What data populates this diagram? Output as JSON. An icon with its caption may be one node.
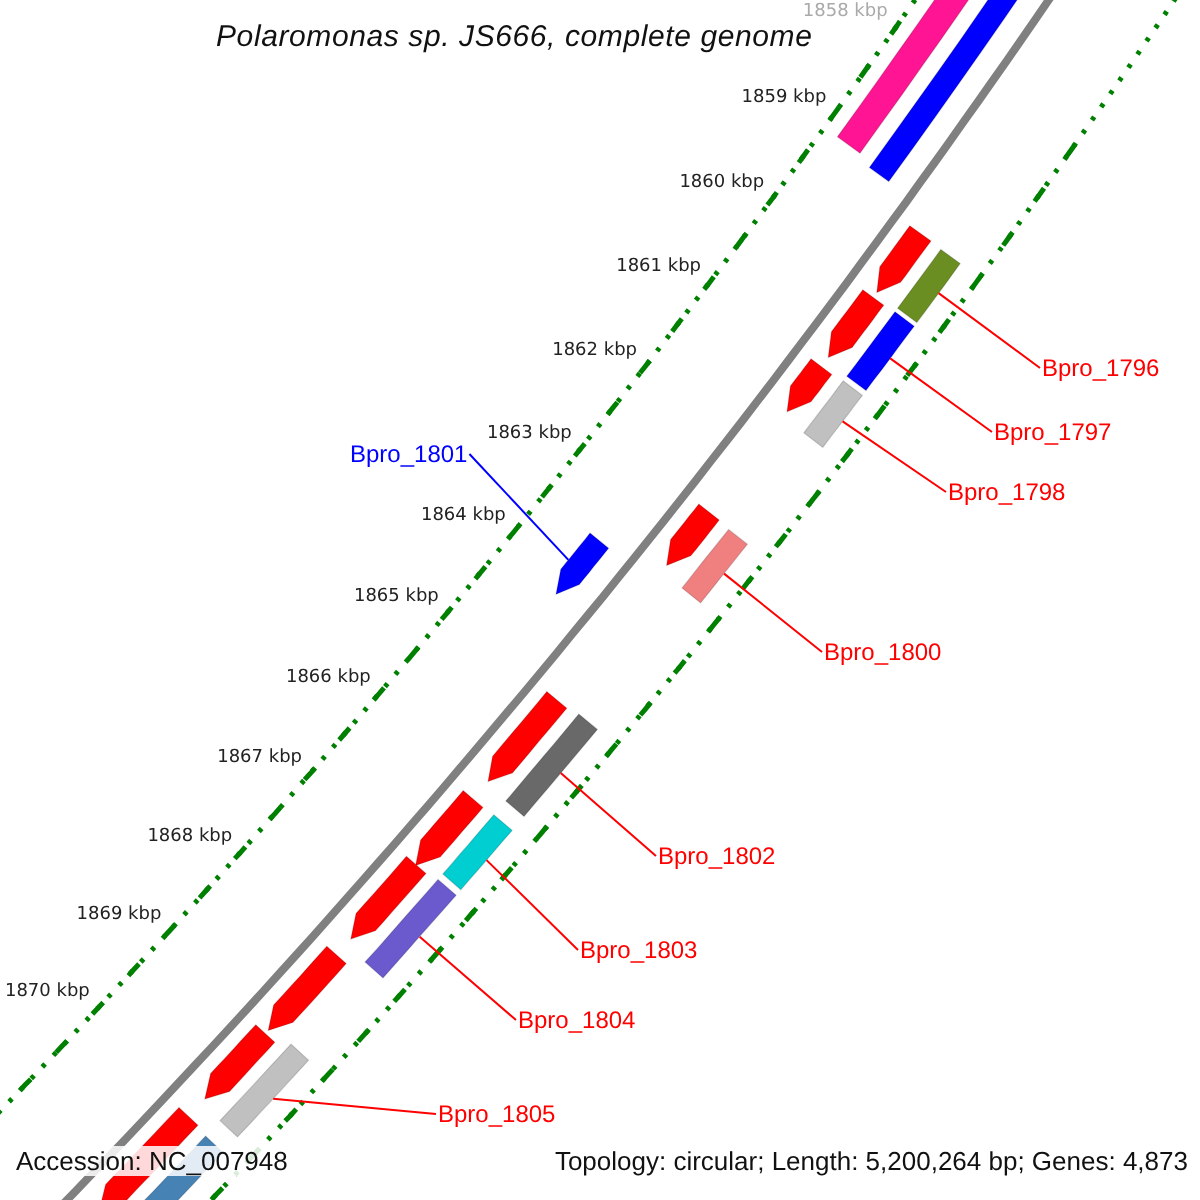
{
  "diagram": {
    "title": "Polaromonas sp. JS666, complete genome",
    "nodes": [
      {
        "text": [
          "Bpro_1796"
        ]
      },
      {
        "text": [],
        "shape": "bar"
      },
      {
        "text": [
          "Bpro_1797"
        ]
      },
      {
        "text": [],
        "shape": "bar"
      },
      {
        "text": [
          "Bpro_1801"
        ]
      },
      {
        "text": [],
        "shape": "arrow"
      },
      {
        "text": [
          "Bpro_1798"
        ]
      },
      {
        "text": [],
        "shape": "bar"
      },
      {
        "text": [
          "Bpro_1800"
        ]
      },
      {
        "text": [],
        "shape": "bar"
      },
      {
        "text": [
          "Bpro_1802"
        ]
      },
      {
        "text": [],
        "shape": "bar"
      },
      {
        "text": [
          "Bpro_1803"
        ]
      },
      {
        "text": [],
        "shape": "bar"
      },
      {
        "text": [
          "Bpro_1804"
        ]
      },
      {
        "text": [],
        "shape": "bar"
      },
      {
        "text": [
          "Bpro_1805"
        ]
      },
      {
        "text": [],
        "shape": "bar"
      },
      {
        "text": [],
        "shape": "bar"
      },
      {
        "text": [],
        "shape": "bar"
      },
      {
        "text": [],
        "shape": "arrow"
      },
      {
        "text": [],
        "shape": "arrow"
      },
      {
        "text": [],
        "shape": "arrow"
      },
      {
        "text": [],
        "shape": "arrow"
      },
      {
        "text": [],
        "shape": "arrow"
      },
      {
        "text": [],
        "shape": "arrow"
      },
      {
        "text": [],
        "shape": "arrow"
      },
      {
        "text": [],
        "shape": "arrow"
      },
      {
        "text": [],
        "shape": "arrow"
      },
      {
        "text": [],
        "shape": "arrow"
      },
      {
        "text": [],
        "shape": "bar"
      }
    ],
    "edges": [
      {
        "from": 0,
        "to": 1,
        "arrow": "none"
      },
      {
        "from": 2,
        "to": 3,
        "arrow": "none"
      },
      {
        "from": 4,
        "to": 5,
        "arrow": "none",
        "color": "#0000ff"
      },
      {
        "from": 6,
        "to": 7,
        "arrow": "none"
      },
      {
        "from": 8,
        "to": 9,
        "arrow": "none"
      },
      {
        "from": 10,
        "to": 11,
        "arrow": "none"
      },
      {
        "from": 12,
        "to": 13,
        "arrow": "none"
      },
      {
        "from": 14,
        "to": 15,
        "arrow": "none"
      },
      {
        "from": 16,
        "to": 17,
        "arrow": "none"
      }
    ],
    "labels": [
      "1858 kbp",
      "1859 kbp",
      "1860 kbp",
      "1861 kbp",
      "1862 kbp",
      "1863 kbp",
      "1864 kbp",
      "1865 kbp",
      "1866 kbp",
      "1867 kbp",
      "1868 kbp",
      "1869 kbp",
      "1870 kbp",
      "Accession: NC_007948",
      "Topology: circular; Length: 5,200,264 bp; Genes: 4,873"
    ]
  }
}
